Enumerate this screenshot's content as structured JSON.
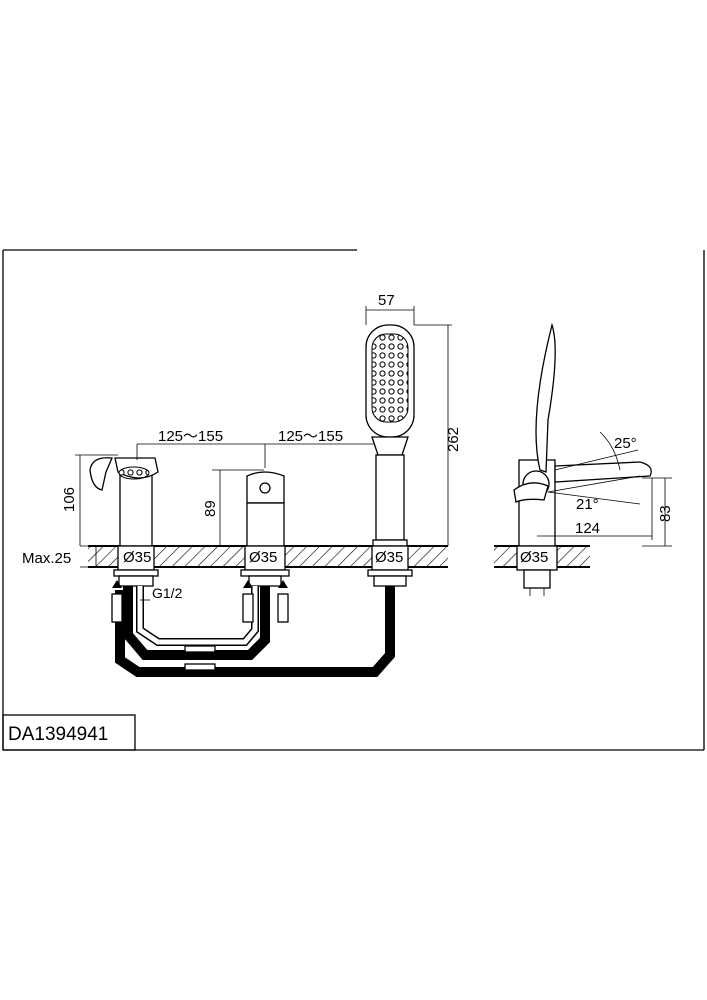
{
  "model_code": "DA1394941",
  "dimensions": {
    "spacing_1": "125～155",
    "spacing_2": "125～155",
    "handshower_width": "57",
    "handshower_height": "262",
    "spout_height": "106",
    "mixer_height": "89",
    "deck_thickness": "Max.25",
    "hole_diameter_1": "Ø35",
    "hole_diameter_2": "Ø35",
    "hole_diameter_3": "Ø35",
    "hole_diameter_side": "Ø35",
    "thread": "G1/2",
    "lever_angle_up": "25°",
    "lever_angle_down": "21°",
    "side_reach": "124",
    "side_height": "83"
  },
  "icons": {
    "supply_arrow": "arrow-up-icon",
    "hose": "braided-hose-icon"
  }
}
